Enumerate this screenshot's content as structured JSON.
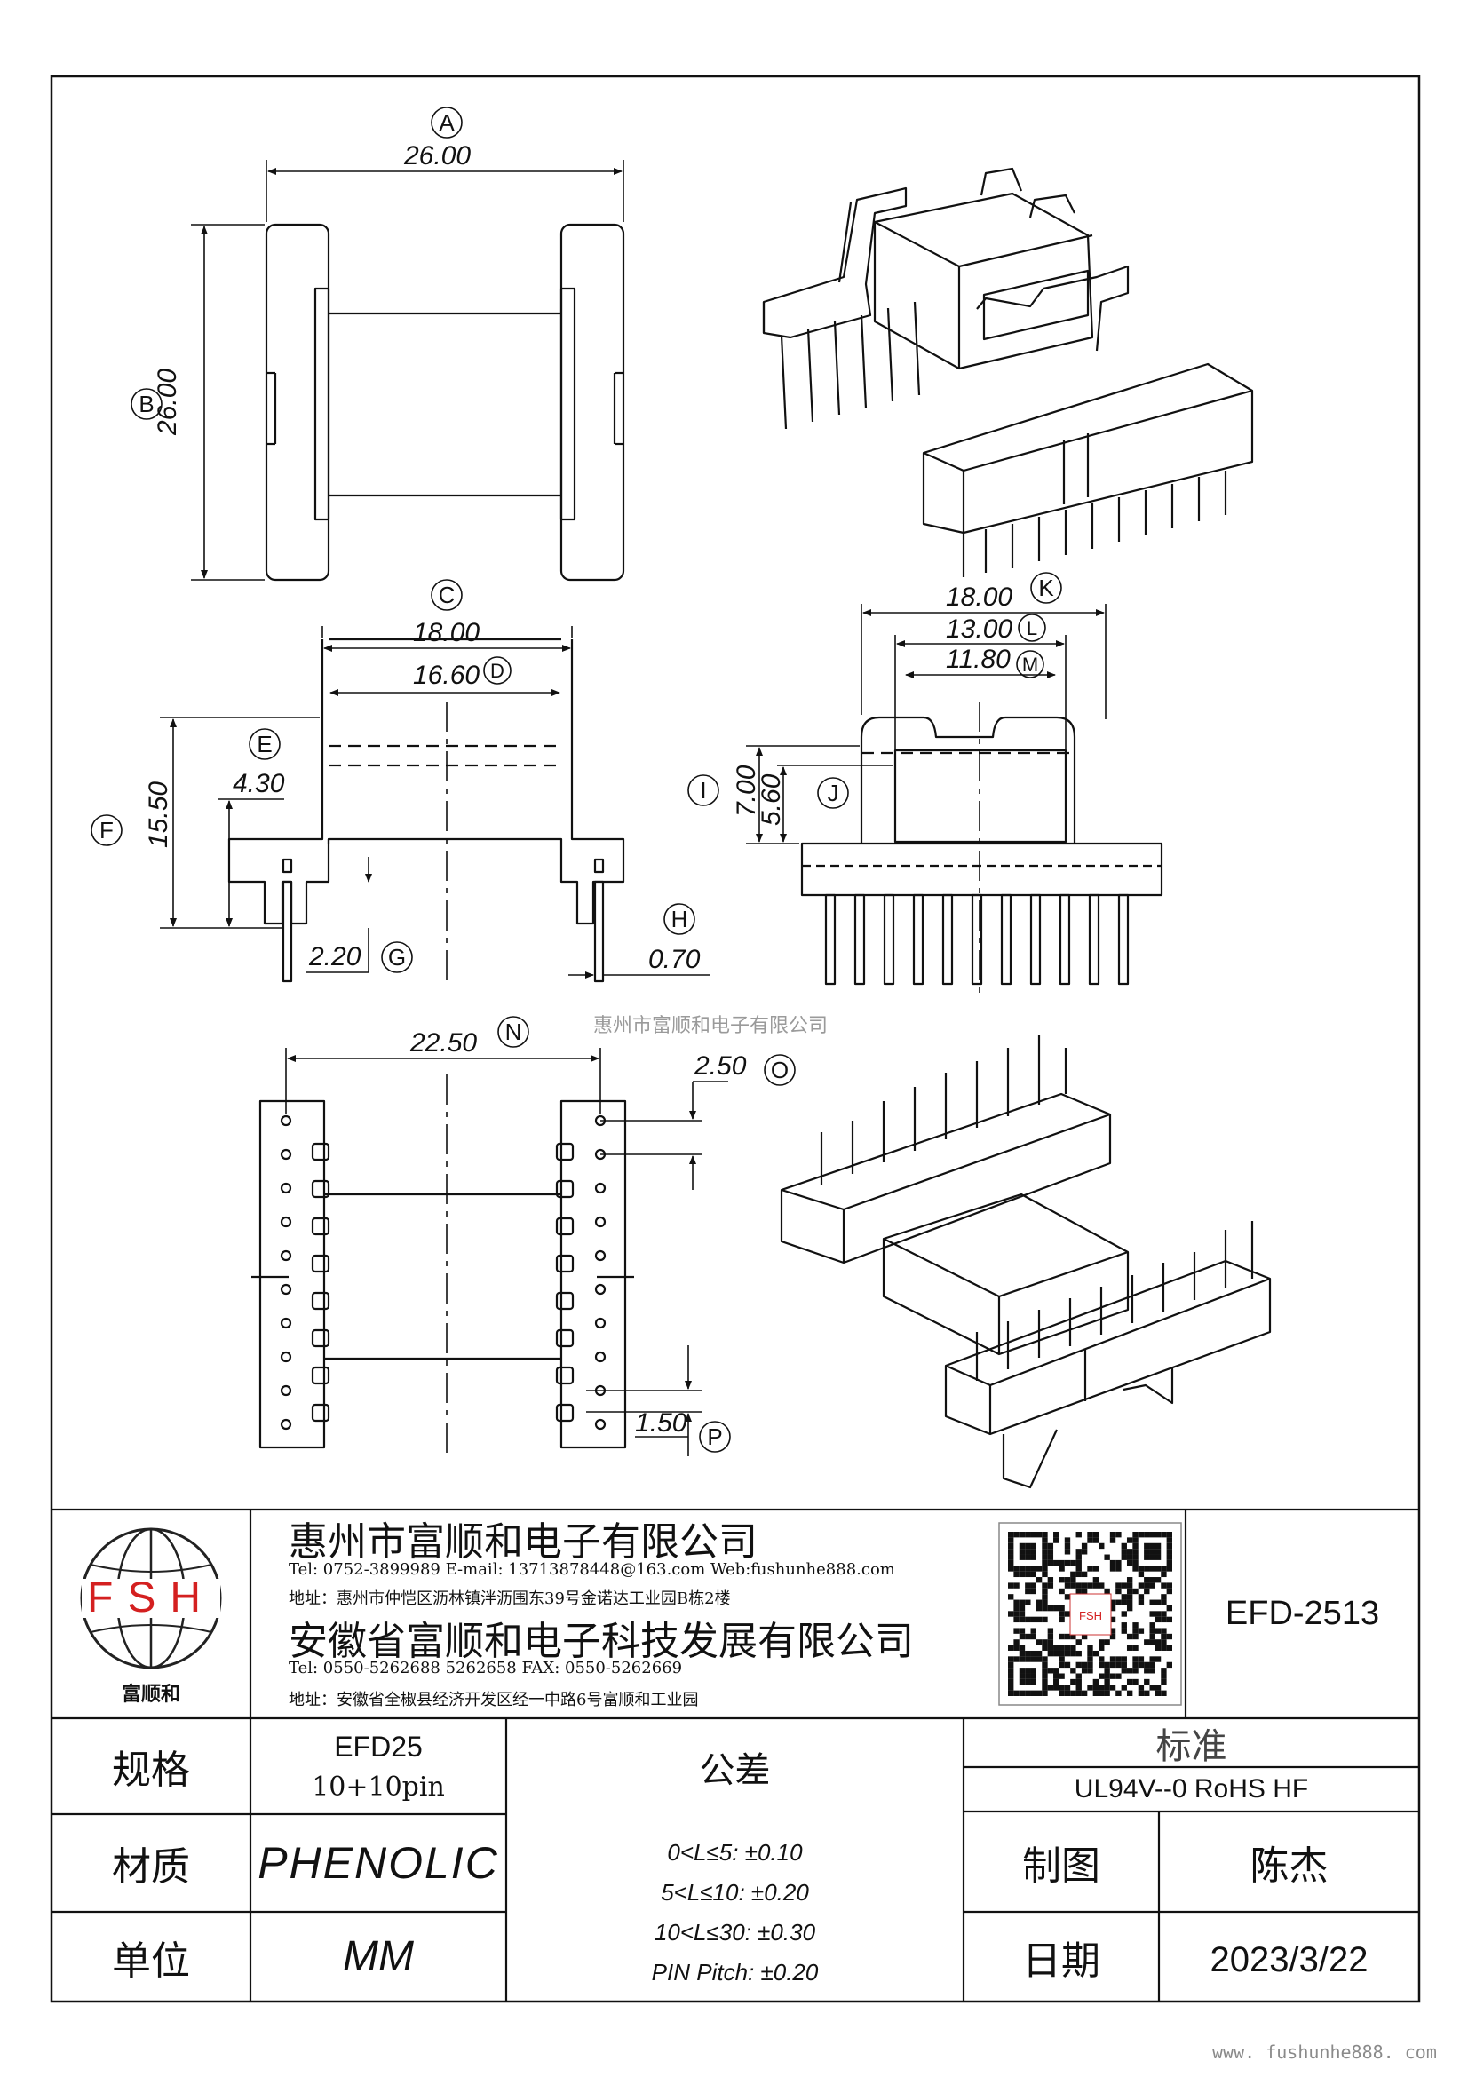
{
  "dimensions": {
    "A": {
      "letter": "A",
      "value": "26.00"
    },
    "B": {
      "letter": "B",
      "value": "26.00"
    },
    "C": {
      "letter": "C",
      "value": "18.00"
    },
    "D": {
      "letter": "D",
      "value": "16.60"
    },
    "E": {
      "letter": "E",
      "value": "4.30"
    },
    "F": {
      "letter": "F",
      "value": "15.50"
    },
    "G": {
      "letter": "G",
      "value": "2.20"
    },
    "H": {
      "letter": "H",
      "value": "0.70"
    },
    "I": {
      "letter": "I",
      "value": "7.00"
    },
    "J": {
      "letter": "J",
      "value": "5.60"
    },
    "K": {
      "letter": "K",
      "value": "18.00"
    },
    "L": {
      "letter": "L",
      "value": "13.00"
    },
    "M": {
      "letter": "M",
      "value": "11.80"
    },
    "N": {
      "letter": "N",
      "value": "22.50"
    },
    "O": {
      "letter": "O",
      "value": "2.50"
    },
    "P": {
      "letter": "P",
      "value": "1.50"
    }
  },
  "watermark": "惠州市富顺和电子有限公司",
  "footer_url": "www. fushunhe888. com",
  "logo": {
    "letters": "FSH",
    "caption": "富顺和",
    "color": "#d42020"
  },
  "company1": {
    "name": "惠州市富顺和电子有限公司",
    "contact": "Tel:  0752-3899989  E-mail: 13713878448@163.com  Web:fushunhe888.com",
    "address": "地址：惠州市仲恺区沥林镇泮沥围东39号金诺达工业园B栋2楼"
  },
  "company2": {
    "name": "安徽省富顺和电子科技发展有限公司",
    "contact": "Tel:  0550-5262688  5262658       FAX: 0550-5262669",
    "address": "地址：安徽省全椒县经济开发区经一中路6号富顺和工业园"
  },
  "qr": {
    "badge": "FSH"
  },
  "part_number": "EFD-2513",
  "table": {
    "spec_label": "规格",
    "spec_value": "EFD25",
    "spec_pins": "10+10pin",
    "tolerance_label": "公差",
    "standard_label": "标准",
    "standard_value": "UL94V--0  RoHS HF",
    "material_label": "材质",
    "material_value": "PHENOLIC",
    "drawn_label": "制图",
    "drawn_value": "陈杰",
    "unit_label": "单位",
    "unit_value": "MM",
    "date_label": "日期",
    "date_value": "2023/3/22",
    "tolerances": [
      "0<L≤5: ±0.10",
      "5<L≤10: ±0.20",
      "10<L≤30: ±0.30",
      "PIN Pitch: ±0.20"
    ]
  }
}
